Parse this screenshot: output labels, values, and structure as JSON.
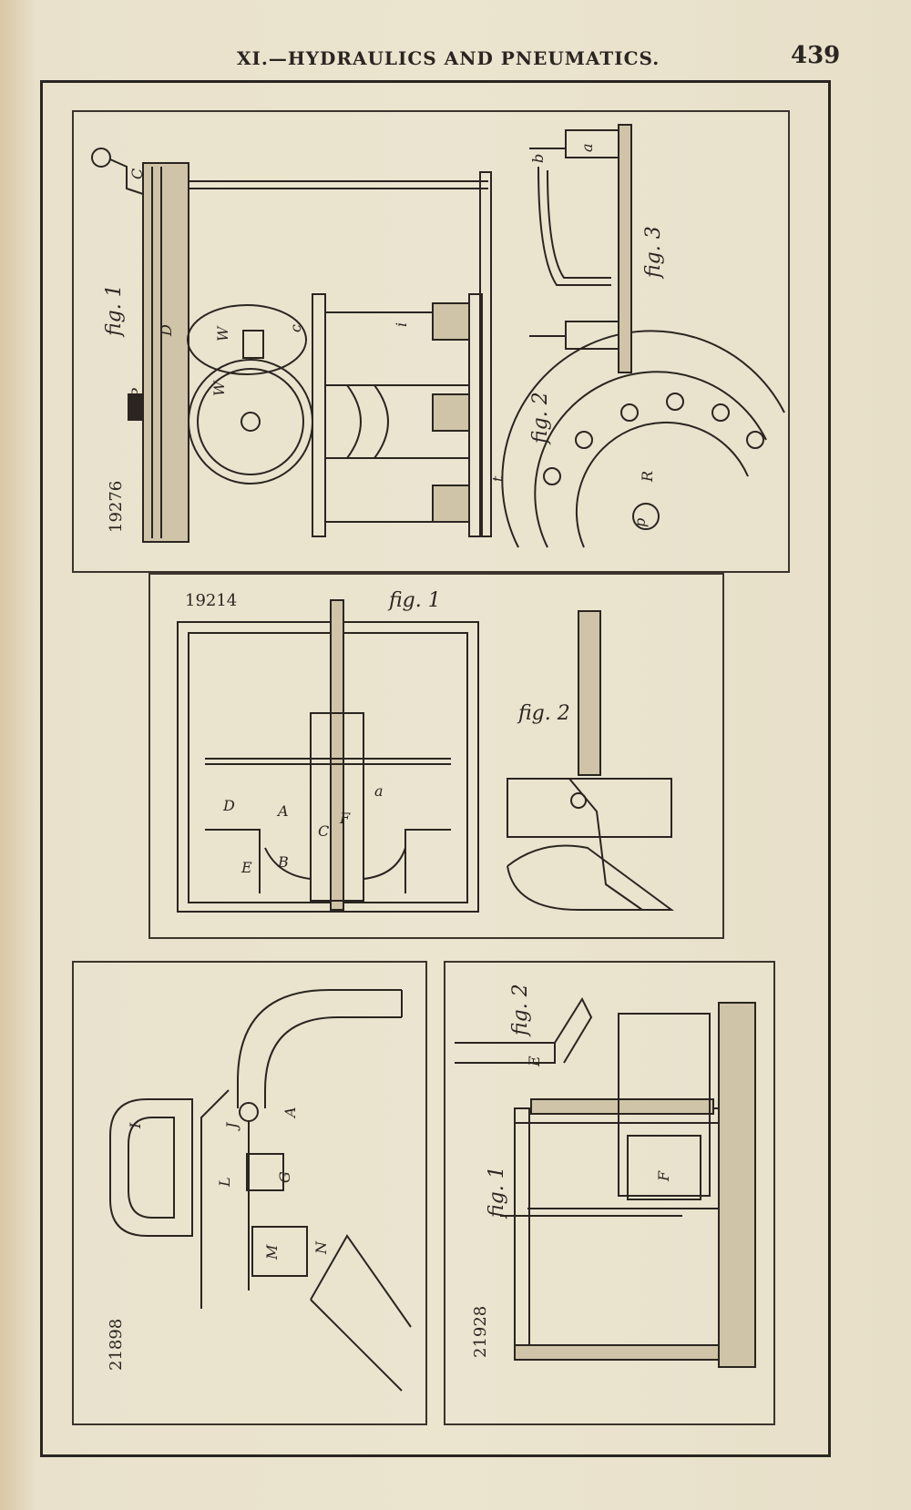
{
  "header": {
    "title": "XI.—HYDRAULICS AND PNEUMATICS.",
    "page_number": "439"
  },
  "panels": {
    "p19276": {
      "number": "19276",
      "figs": {
        "f1": "fig. 1",
        "f2": "fig. 2",
        "f3": "fig. 3"
      },
      "letters": {
        "C": "C",
        "D": "D",
        "P": "P",
        "W1": "W",
        "W2": "W",
        "c": "c",
        "i": "i",
        "t": "t",
        "R": "R",
        "a": "a",
        "b": "b",
        "p": "p"
      }
    },
    "p19214": {
      "number": "19214",
      "figs": {
        "f1": "fig. 1",
        "f2": "fig. 2"
      },
      "letters": {
        "A": "A",
        "B": "B",
        "C": "C",
        "D": "D",
        "E": "E",
        "F": "F",
        "a": "a"
      }
    },
    "p21898": {
      "number": "21898",
      "letters": {
        "A": "A",
        "G": "G",
        "I": "I",
        "J": "J",
        "L": "L",
        "M": "M",
        "N": "N"
      }
    },
    "p21928": {
      "number": "21928",
      "figs": {
        "f1": "fig. 1",
        "f2": "fig. 2"
      },
      "letters": {
        "E": "E",
        "F": "F"
      }
    }
  },
  "colors": {
    "ink": "#2a2520",
    "paper": "#e9e1cb"
  }
}
